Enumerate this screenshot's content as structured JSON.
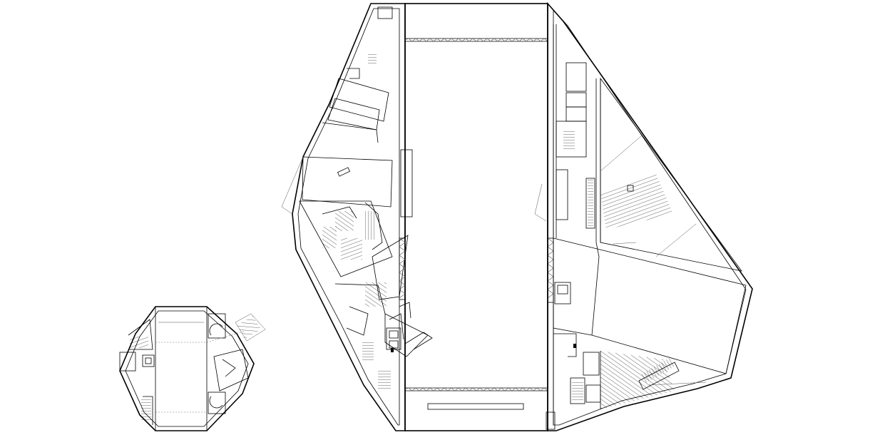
{
  "drawing": {
    "type": "architectural floor plan",
    "colors": {
      "line": "#000000",
      "background": "#ffffff",
      "hatch": "#555555"
    },
    "buildings": [
      {
        "id": "small-octagonal-building"
      },
      {
        "id": "large-building-west-wing"
      },
      {
        "id": "central-hall"
      },
      {
        "id": "large-building-east-wing"
      }
    ]
  }
}
